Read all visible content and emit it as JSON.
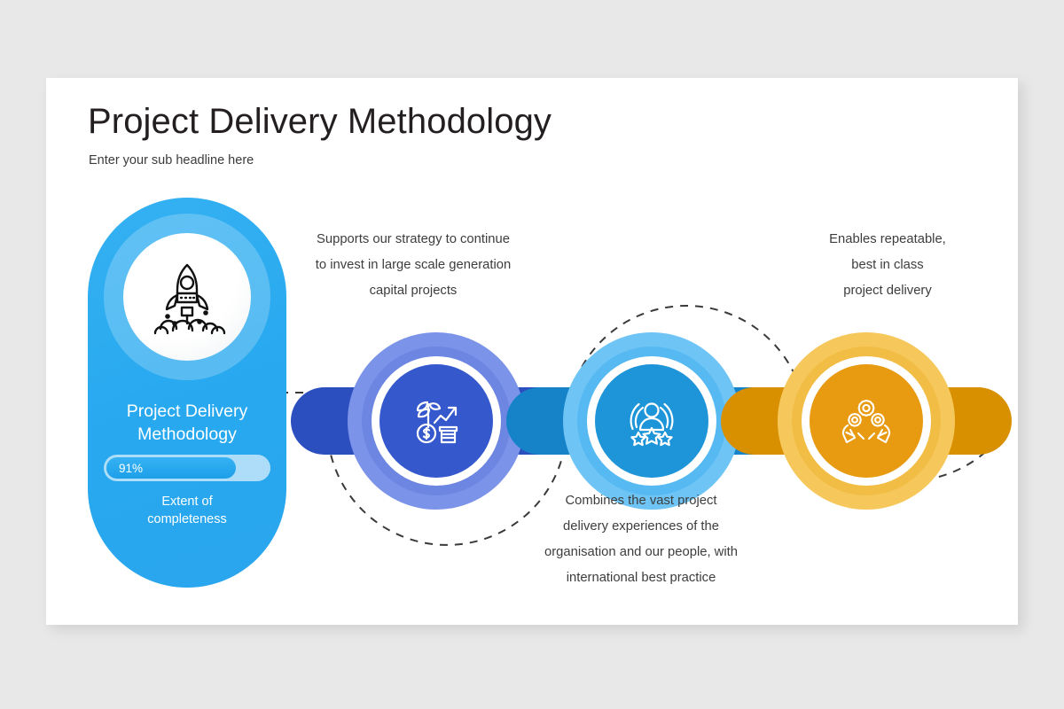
{
  "slide": {
    "title": "Project Delivery Methodology",
    "subtitle": "Enter your sub headline here",
    "background_color": "#e9e8e9",
    "card_color": "#ffffff"
  },
  "pill": {
    "icon": "rocket-icon",
    "heading": "Project Delivery\nMethodology",
    "progress_label": "91%",
    "progress_percent": 91,
    "progress_fill_ratio": 0.8,
    "caption": "Extent of\ncompleteness",
    "color": "#29a9ef",
    "ring_color": "rgba(255,255,255,0.22)"
  },
  "nodes": [
    {
      "id": "node-investment",
      "icon": "money-growth-icon",
      "bar_color": "#2b4fbf",
      "outer_color": "#7b93e8",
      "mid_color": "#6d86e2",
      "core_color": "#3558cc",
      "caption": "Supports our strategy to continue\nto invest in large scale generation\ncapital projects",
      "caption_position": "above"
    },
    {
      "id": "node-experience",
      "icon": "person-stars-icon",
      "bar_color": "#1683c8",
      "outer_color": "#6ec4f5",
      "mid_color": "#56b9f2",
      "core_color": "#1e95d8",
      "caption": "Combines the vast project\ndelivery experiences of the\norganisation and our people, with\ninternational best practice",
      "caption_position": "below"
    },
    {
      "id": "node-repeatable",
      "icon": "hands-gears-icon",
      "bar_color": "#d99000",
      "outer_color": "#f6c85c",
      "mid_color": "#f2bd45",
      "core_color": "#e89a10",
      "caption": "Enables repeatable,\nbest in class\nproject delivery",
      "caption_position": "above"
    }
  ],
  "connector": {
    "style": "dashed",
    "color": "#3a3a3a"
  }
}
